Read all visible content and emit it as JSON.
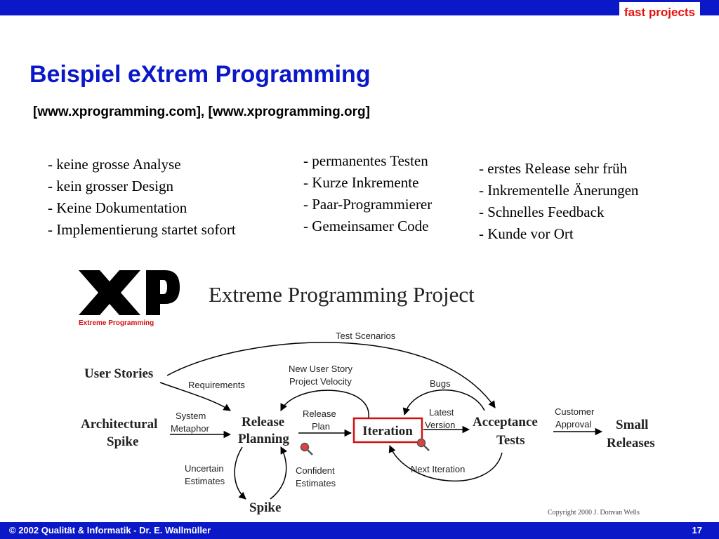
{
  "header": {
    "brand": "fast projects",
    "title": "Beispiel eXtrem Programming",
    "subtitle": "[www.xprogramming.com], [www.xprogramming.org]"
  },
  "lists": {
    "col1": [
      "- keine grosse Analyse",
      "- kein grosser Design",
      "- Keine Dokumentation",
      "- Implementierung startet sofort"
    ],
    "col2": [
      "- permanentes Testen",
      "- Kurze Inkremente",
      "- Paar-Programmierer",
      "- Gemeinsamer Code"
    ],
    "col3": [
      "- erstes Release sehr früh",
      "- Inkrementelle Änerungen",
      "- Schnelles Feedback",
      "- Kunde vor Ort"
    ]
  },
  "diagram": {
    "logo_text": "Extreme Programming",
    "heading": "Extreme Programming Project",
    "nodes": {
      "user_stories": "User Stories",
      "architectural": "Architectural",
      "spike_line2": "Spike",
      "release": "Release",
      "planning": "Planning",
      "iteration": "Iteration",
      "acceptance": "Acceptance",
      "tests": "Tests",
      "small": "Small",
      "releases": "Releases",
      "spike": "Spike"
    },
    "labels": {
      "test_scenarios": "Test Scenarios",
      "new_user_story": "New User Story",
      "project_velocity": "Project Velocity",
      "requirements": "Requirements",
      "system": "System",
      "metaphor": "Metaphor",
      "release_l": "Release",
      "plan_l": "Plan",
      "bugs": "Bugs",
      "latest": "Latest",
      "version": "Version",
      "customer": "Customer",
      "approval": "Approval",
      "uncertain": "Uncertain",
      "estimates_u": "Estimates",
      "confident": "Confident",
      "estimates_c": "Estimates",
      "next_iteration": "Next Iteration"
    },
    "copyright": "Copyright 2000 J. Donvan Wells"
  },
  "footer": {
    "left": "© 2002 Qualität & Informatik - Dr. E. Wallmüller",
    "page": "17"
  }
}
